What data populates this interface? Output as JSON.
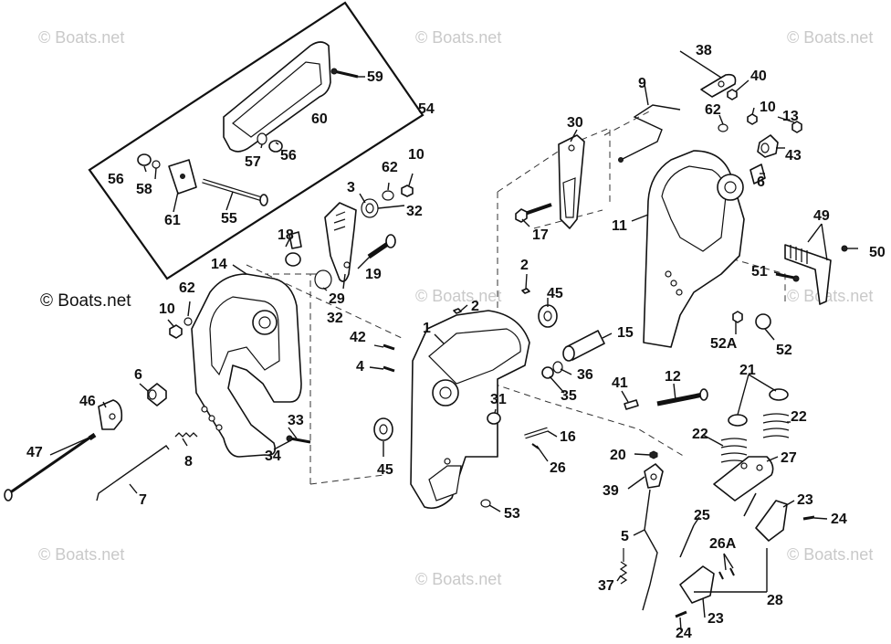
{
  "watermark": {
    "text": "© Boats.net",
    "main_text": "© Boats.net"
  },
  "callouts": [
    {
      "id": "38",
      "label": "38"
    },
    {
      "id": "40",
      "label": "40"
    },
    {
      "id": "9",
      "label": "9"
    },
    {
      "id": "10a",
      "label": "10"
    },
    {
      "id": "13",
      "label": "13"
    },
    {
      "id": "62a",
      "label": "62"
    },
    {
      "id": "43",
      "label": "43"
    },
    {
      "id": "30",
      "label": "30"
    },
    {
      "id": "6a",
      "label": "6"
    },
    {
      "id": "11",
      "label": "11"
    },
    {
      "id": "49",
      "label": "49"
    },
    {
      "id": "50",
      "label": "50"
    },
    {
      "id": "17",
      "label": "17"
    },
    {
      "id": "51",
      "label": "51"
    },
    {
      "id": "2a",
      "label": "2"
    },
    {
      "id": "45a",
      "label": "45"
    },
    {
      "id": "2b",
      "label": "2"
    },
    {
      "id": "15",
      "label": "15"
    },
    {
      "id": "52A",
      "label": "52A"
    },
    {
      "id": "52",
      "label": "52"
    },
    {
      "id": "1",
      "label": "1"
    },
    {
      "id": "42",
      "label": "42"
    },
    {
      "id": "4",
      "label": "4"
    },
    {
      "id": "36",
      "label": "36"
    },
    {
      "id": "35",
      "label": "35"
    },
    {
      "id": "41",
      "label": "41"
    },
    {
      "id": "12",
      "label": "12"
    },
    {
      "id": "21",
      "label": "21"
    },
    {
      "id": "31",
      "label": "31"
    },
    {
      "id": "16",
      "label": "16"
    },
    {
      "id": "22a",
      "label": "22"
    },
    {
      "id": "22b",
      "label": "22"
    },
    {
      "id": "27",
      "label": "27"
    },
    {
      "id": "20",
      "label": "20"
    },
    {
      "id": "26",
      "label": "26"
    },
    {
      "id": "39",
      "label": "39"
    },
    {
      "id": "45b",
      "label": "45"
    },
    {
      "id": "53",
      "label": "53"
    },
    {
      "id": "5",
      "label": "5"
    },
    {
      "id": "25",
      "label": "25"
    },
    {
      "id": "23a",
      "label": "23"
    },
    {
      "id": "24a",
      "label": "24"
    },
    {
      "id": "26A",
      "label": "26A"
    },
    {
      "id": "37",
      "label": "37"
    },
    {
      "id": "28",
      "label": "28"
    },
    {
      "id": "23b",
      "label": "23"
    },
    {
      "id": "24b",
      "label": "24"
    },
    {
      "id": "59",
      "label": "59"
    },
    {
      "id": "54",
      "label": "54"
    },
    {
      "id": "60",
      "label": "60"
    },
    {
      "id": "57",
      "label": "57"
    },
    {
      "id": "56a",
      "label": "56"
    },
    {
      "id": "56b",
      "label": "56"
    },
    {
      "id": "58",
      "label": "58"
    },
    {
      "id": "61",
      "label": "61"
    },
    {
      "id": "55",
      "label": "55"
    },
    {
      "id": "10b",
      "label": "10"
    },
    {
      "id": "62b",
      "label": "62"
    },
    {
      "id": "3",
      "label": "3"
    },
    {
      "id": "32a",
      "label": "32"
    },
    {
      "id": "18",
      "label": "18"
    },
    {
      "id": "19",
      "label": "19"
    },
    {
      "id": "14",
      "label": "14"
    },
    {
      "id": "29",
      "label": "29"
    },
    {
      "id": "62c",
      "label": "62"
    },
    {
      "id": "10c",
      "label": "10"
    },
    {
      "id": "32b",
      "label": "32"
    },
    {
      "id": "6b",
      "label": "6"
    },
    {
      "id": "46",
      "label": "46"
    },
    {
      "id": "33",
      "label": "33"
    },
    {
      "id": "34",
      "label": "34"
    },
    {
      "id": "8",
      "label": "8"
    },
    {
      "id": "47",
      "label": "47"
    },
    {
      "id": "7",
      "label": "7"
    }
  ]
}
